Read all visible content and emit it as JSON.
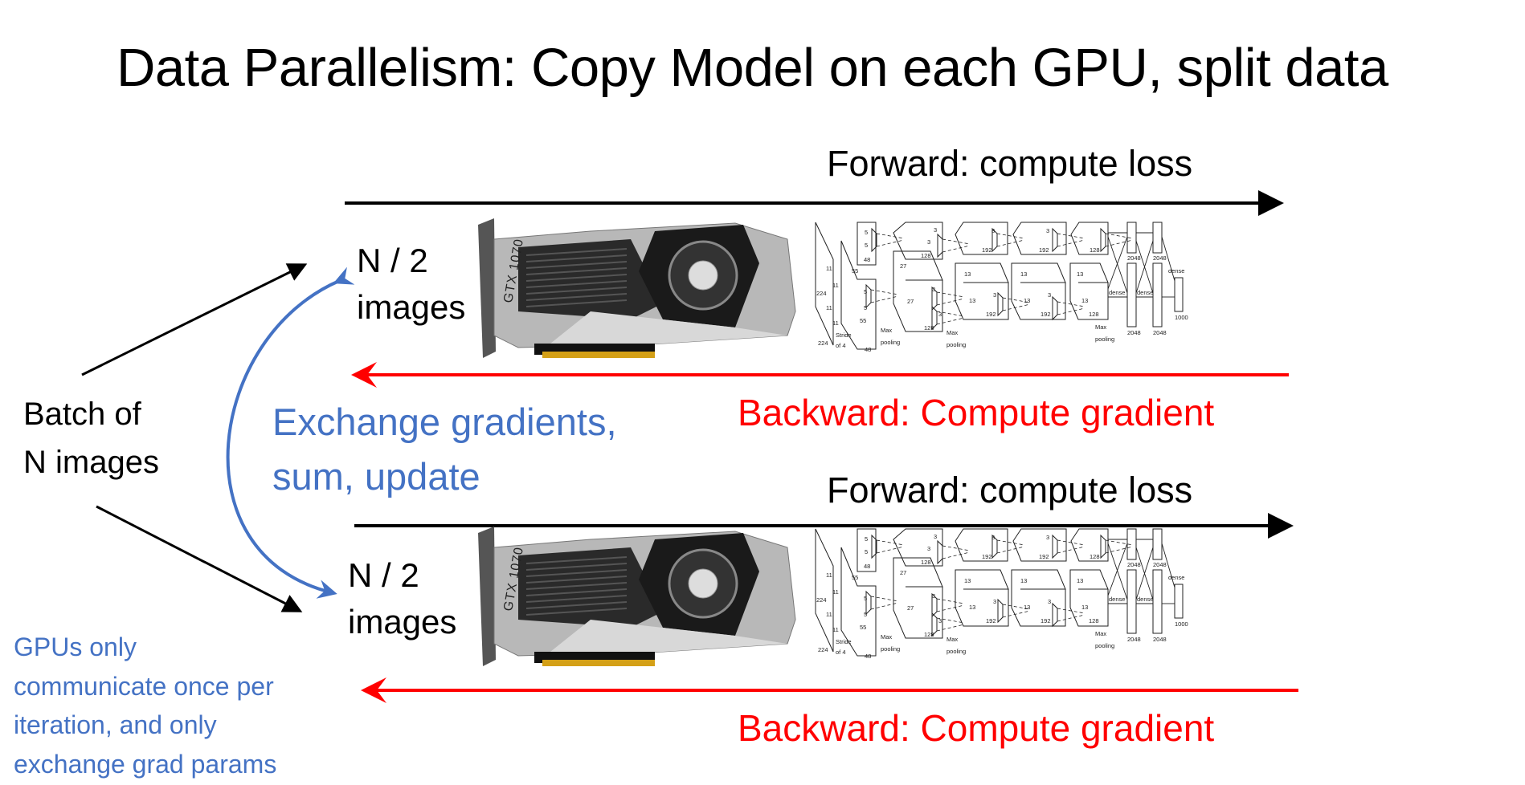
{
  "title": "Data Parallelism: Copy Model on each GPU, split data",
  "batch": {
    "line1": "Batch of",
    "line2": "N images"
  },
  "exchange": {
    "line1": "Exchange gradients,",
    "line2": "sum, update"
  },
  "note": {
    "lines": [
      "GPUs only",
      "communicate once per",
      "iteration, and only",
      "exchange grad params"
    ]
  },
  "gpus": [
    {
      "split_line1": "N / 2",
      "split_line2": "images",
      "forward": "Forward: compute loss",
      "backward": "Backward: Compute gradient",
      "card_label": "GTX 1070"
    },
    {
      "split_line1": "N / 2",
      "split_line2": "images",
      "forward": "Forward: compute loss",
      "backward": "Backward: Compute gradient",
      "card_label": "GTX 1070"
    }
  ],
  "colors": {
    "forward": "#000000",
    "backward": "#ff0000",
    "exchange": "#4472c4"
  },
  "alexnet": {
    "labels": {
      "input": "224",
      "kernel1": "11",
      "stride": "Stride",
      "stride2": "of 4",
      "k5": "5",
      "k3": "3",
      "c1_depth": "48",
      "c1_size": "55",
      "c2_size": "27",
      "c2_depth": "128",
      "c3_depth": "192",
      "c5_depth": "128",
      "c_size": "13",
      "max": "Max",
      "pooling": "pooling",
      "fc": "2048",
      "dense": "dense",
      "out": "1000"
    }
  }
}
